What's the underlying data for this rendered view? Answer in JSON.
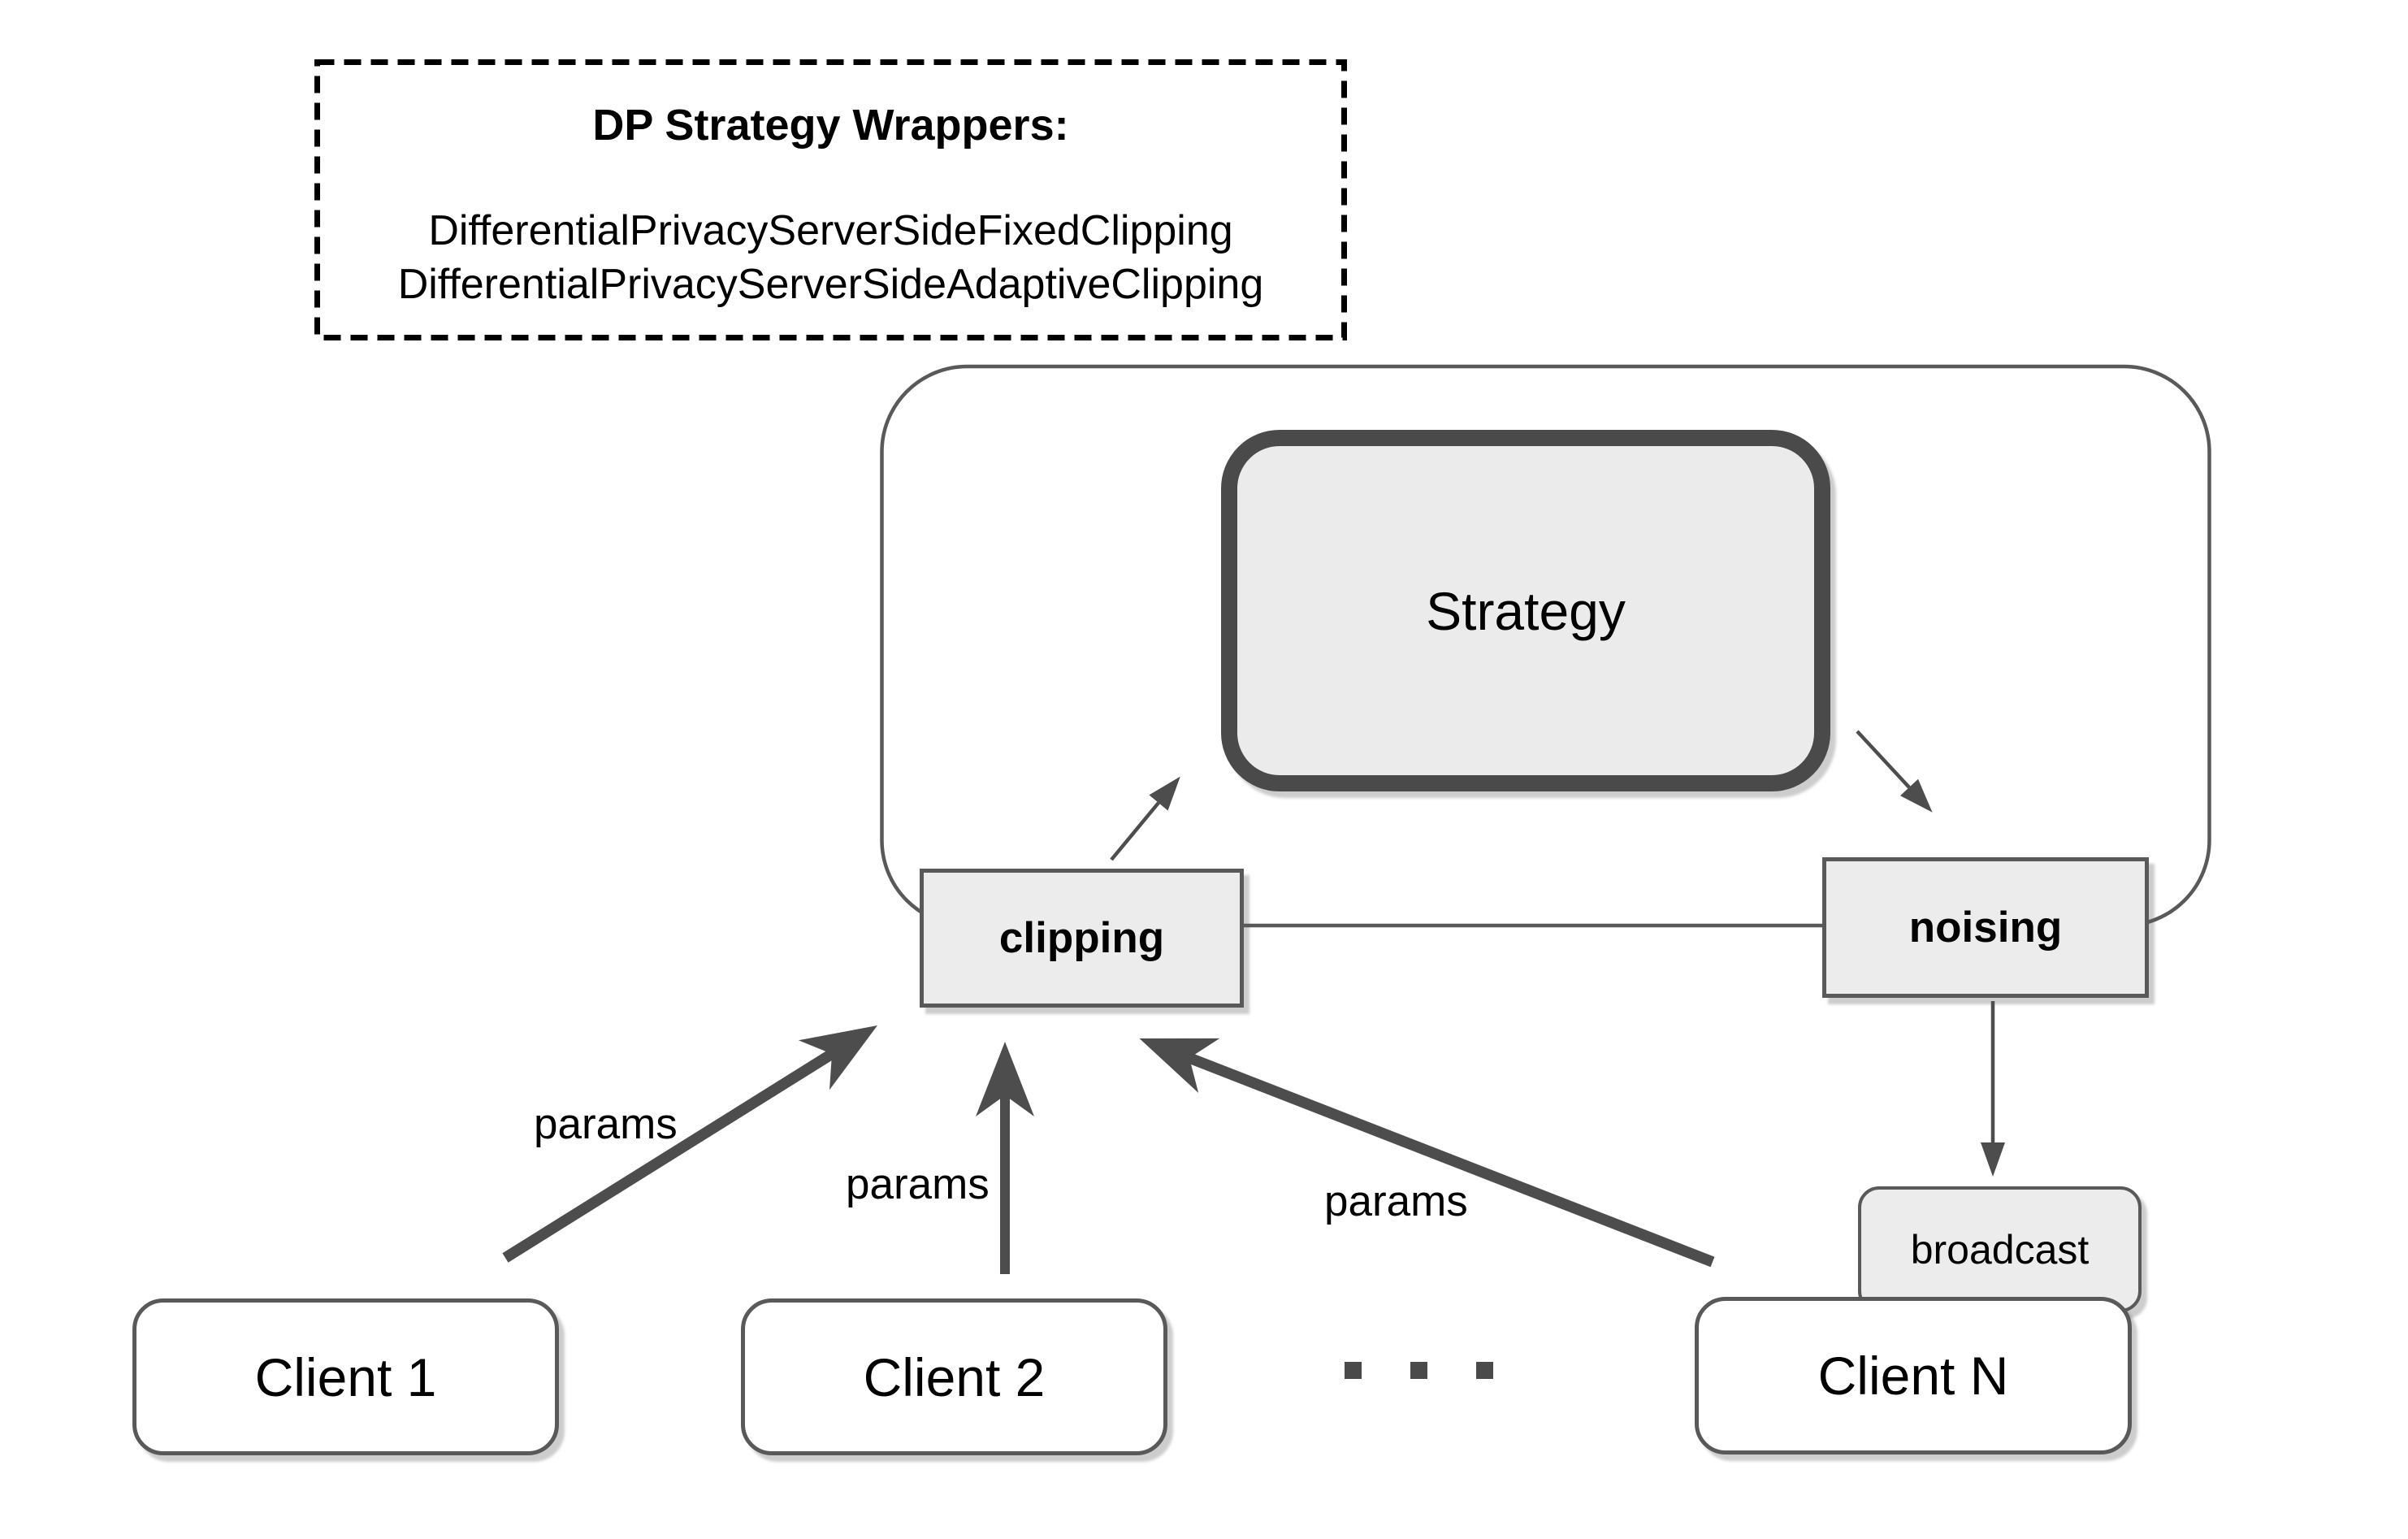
{
  "title_note": {
    "title": "DP Strategy Wrappers:",
    "wrapper_classes": [
      "DifferentialPrivacyServerSideFixedClipping",
      "DifferentialPrivacyServerSideAdaptiveClipping"
    ]
  },
  "server": {
    "strategy_label": "Strategy",
    "clipping_label": "clipping",
    "noising_label": "noising",
    "broadcast_label": "broadcast"
  },
  "edges": {
    "params_labels": [
      "params",
      "params",
      "params"
    ]
  },
  "clients": [
    {
      "label": "Client 1"
    },
    {
      "label": "Client 2"
    },
    {
      "label": "Client N"
    }
  ],
  "ellipsis_dot_count": 3,
  "colors": {
    "background": "#ffffff",
    "box_border": "#595959",
    "strategy_border": "#4a4a4a",
    "arrow": "#4d4d4d",
    "box_fill": "#ececec",
    "client_fill": "#ffffff",
    "dashed_border": "#000000",
    "text": "#000000"
  }
}
